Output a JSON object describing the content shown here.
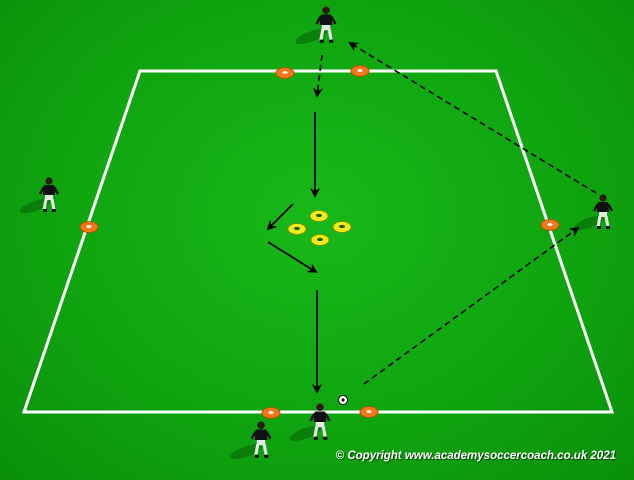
{
  "diagram": {
    "field_color": "#12aa12",
    "line_color": "#ffffff",
    "orange_cone_color": "#f07818",
    "yellow_marker_color": "#ecec1a",
    "player_kit_color": "#111111",
    "player_short_color": "#e8e8e8",
    "pass_line_style": "dashed",
    "run_line_style": "solid",
    "player_count": 5,
    "orange_cone_count": 6,
    "yellow_marker_count": 4,
    "ball_count": 1
  },
  "footer": {
    "copyright": "© Copyright www.academysoccercoach.co.uk 2021"
  }
}
